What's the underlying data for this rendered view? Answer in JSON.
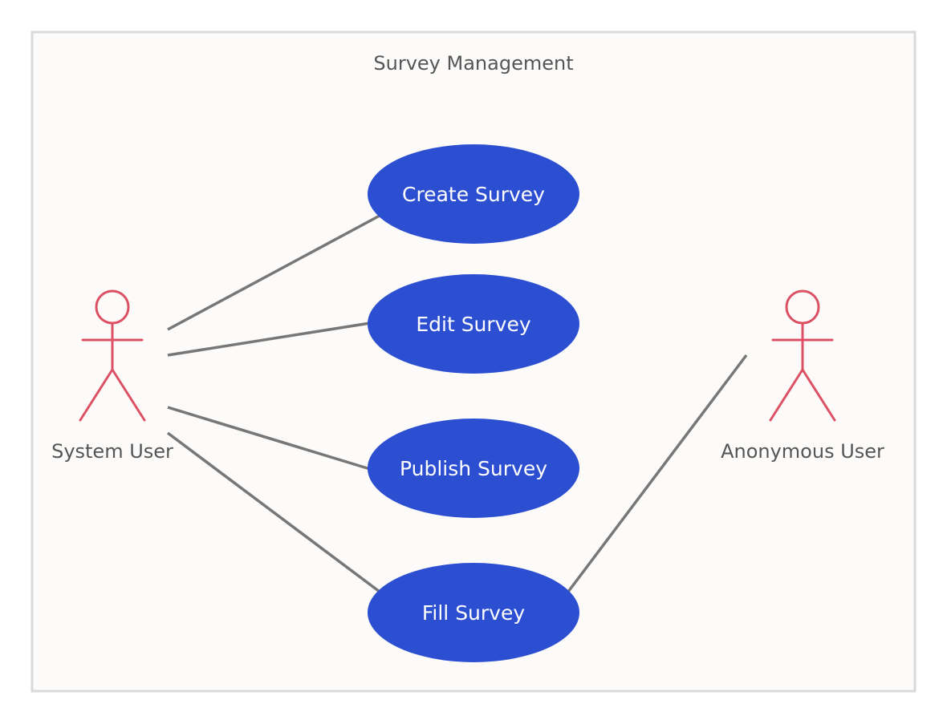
{
  "system": {
    "title": "Survey Management"
  },
  "use_cases": [
    {
      "id": "create",
      "label": "Create Survey"
    },
    {
      "id": "edit",
      "label": "Edit Survey"
    },
    {
      "id": "publish",
      "label": "Publish Survey"
    },
    {
      "id": "fill",
      "label": "Fill Survey"
    }
  ],
  "actors": [
    {
      "id": "system_user",
      "label": "System User",
      "icon": "stick-figure-icon"
    },
    {
      "id": "anonymous_user",
      "label": "Anonymous User",
      "icon": "stick-figure-icon"
    }
  ],
  "associations": [
    {
      "actor": "system_user",
      "use_case": "create"
    },
    {
      "actor": "system_user",
      "use_case": "edit"
    },
    {
      "actor": "system_user",
      "use_case": "publish"
    },
    {
      "actor": "system_user",
      "use_case": "fill"
    },
    {
      "actor": "anonymous_user",
      "use_case": "fill"
    }
  ],
  "colors": {
    "background": "#ffffff",
    "system_fill": "#fcfbfa",
    "system_border": "#d9d9d9",
    "usecase_fill": "#2c4fd2",
    "usecase_text": "#ffffff",
    "actor_stroke": "#dc5264",
    "association_line": "#777777",
    "label_text": "#555555"
  }
}
